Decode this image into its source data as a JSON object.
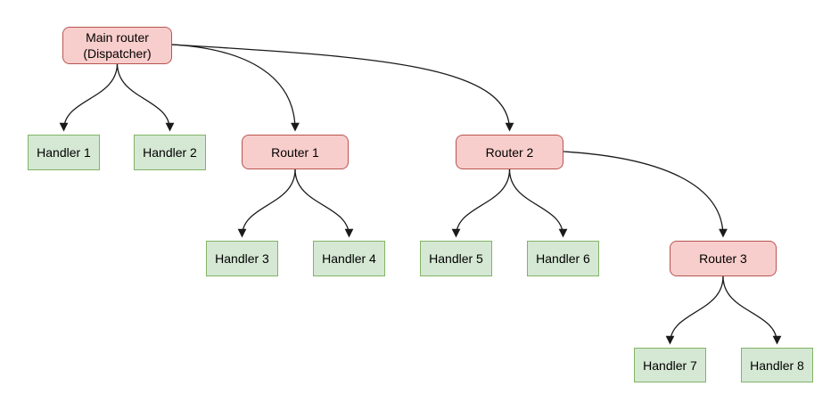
{
  "nodes": {
    "main_router": {
      "label": "Main router",
      "sublabel": "(Dispatcher)",
      "type": "router"
    },
    "handler_1": {
      "label": "Handler 1",
      "type": "handler"
    },
    "handler_2": {
      "label": "Handler 2",
      "type": "handler"
    },
    "router_1": {
      "label": "Router 1",
      "type": "router"
    },
    "handler_3": {
      "label": "Handler 3",
      "type": "handler"
    },
    "handler_4": {
      "label": "Handler 4",
      "type": "handler"
    },
    "router_2": {
      "label": "Router 2",
      "type": "router"
    },
    "handler_5": {
      "label": "Handler 5",
      "type": "handler"
    },
    "handler_6": {
      "label": "Handler 6",
      "type": "handler"
    },
    "router_3": {
      "label": "Router 3",
      "type": "router"
    },
    "handler_7": {
      "label": "Handler 7",
      "type": "handler"
    },
    "handler_8": {
      "label": "Handler 8",
      "type": "handler"
    }
  },
  "edges": [
    {
      "from": "main_router",
      "to": "handler_1"
    },
    {
      "from": "main_router",
      "to": "handler_2"
    },
    {
      "from": "main_router",
      "to": "router_1"
    },
    {
      "from": "main_router",
      "to": "router_2"
    },
    {
      "from": "router_1",
      "to": "handler_3"
    },
    {
      "from": "router_1",
      "to": "handler_4"
    },
    {
      "from": "router_2",
      "to": "handler_5"
    },
    {
      "from": "router_2",
      "to": "handler_6"
    },
    {
      "from": "router_2",
      "to": "router_3"
    },
    {
      "from": "router_3",
      "to": "handler_7"
    },
    {
      "from": "router_3",
      "to": "handler_8"
    }
  ],
  "colors": {
    "router_fill": "#f8cecc",
    "router_stroke": "#b85450",
    "handler_fill": "#d5e8d4",
    "handler_stroke": "#82b366",
    "edge": "#1a1a1a",
    "text": "#000000",
    "background": "#ffffff"
  }
}
